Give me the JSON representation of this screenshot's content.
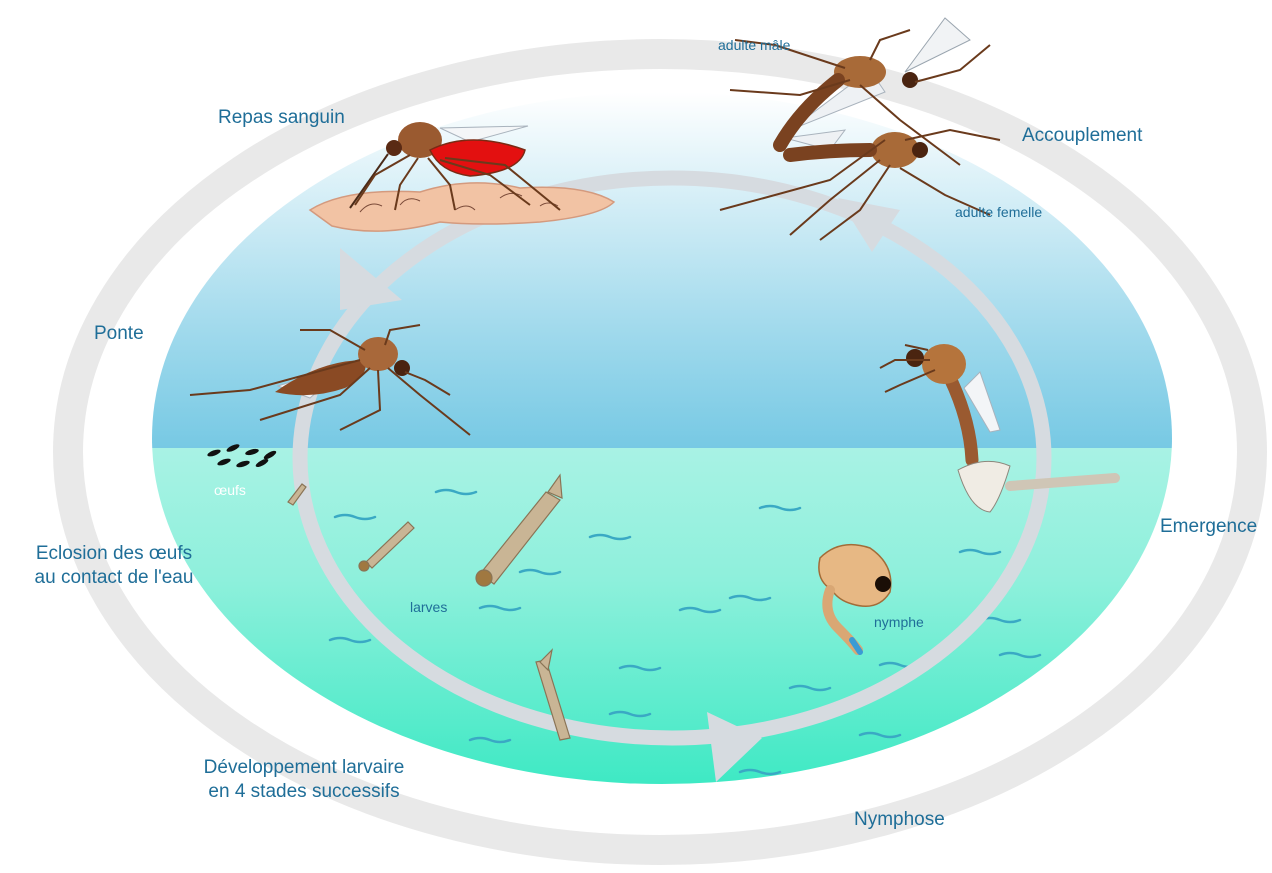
{
  "colors": {
    "label": "#1f6e98",
    "outer_ring": "#e8e8e8",
    "inner_cycle": "#d8dde3",
    "sky_deep": "#1d9ec8",
    "water_light": "#bdf3ec",
    "water_deep": "#3ee9c4",
    "mosquito_body": "#8a4a24",
    "blood": "#e31010",
    "skin": "#f2c3a4"
  },
  "stages": {
    "repas_sanguin": "Repas sanguin",
    "accouplement": "Accouplement",
    "ponte": "Ponte",
    "emergence": "Emergence",
    "eclosion_line1": "Eclosion des œufs",
    "eclosion_line2": "au contact de l'eau",
    "developpement_line1": "Développement larvaire",
    "developpement_line2": "en 4 stades successifs",
    "nymphose": "Nymphose"
  },
  "labels": {
    "adulte_male": "adulte mâle",
    "adulte_femelle": "adulte femelle",
    "oeufs": "œufs",
    "larves": "larves",
    "nymphe": "nymphe"
  },
  "icons": [
    "mosquito-feeding-icon",
    "mosquito-mating-icon",
    "mosquito-laying-icon",
    "mosquito-emerging-icon",
    "eggs-icon",
    "larva-icon",
    "pupa-icon",
    "skin-icon"
  ]
}
